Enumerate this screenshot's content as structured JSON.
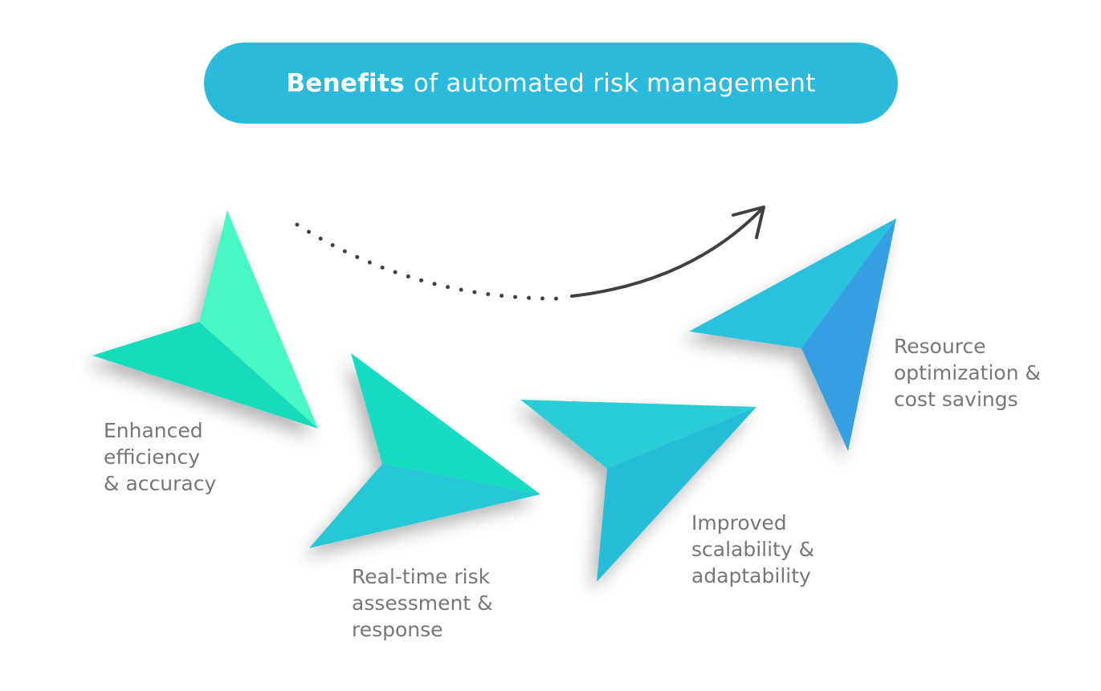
{
  "title": {
    "emphasis": "Benefits",
    "rest": "of automated risk management"
  },
  "benefits": [
    {
      "label": "Enhanced\nefficiency\n& accuracy",
      "icon": "paper-plane-arrow-icon"
    },
    {
      "label": "Real-time risk\nassessment &\nresponse",
      "icon": "paper-plane-arrow-icon"
    },
    {
      "label": "Improved\nscalability &\nadaptability",
      "icon": "paper-plane-arrow-icon"
    },
    {
      "label": "Resource\noptimization &\ncost savings",
      "icon": "paper-plane-arrow-icon"
    }
  ],
  "colors": {
    "pill": "#2bb9dc",
    "title_text": "#ffffff",
    "label_text": "#767676",
    "curve": "#404040",
    "arrow1_light": "#46f7c4",
    "arrow1_dark": "#18dcbb",
    "arrow2_light": "#16dcc4",
    "arrow2_dark": "#26c8d6",
    "arrow3_light": "#2ccdd6",
    "arrow3_dark": "#27bdd9",
    "arrow4_light": "#29c1de",
    "arrow4_dark": "#359fe2"
  }
}
